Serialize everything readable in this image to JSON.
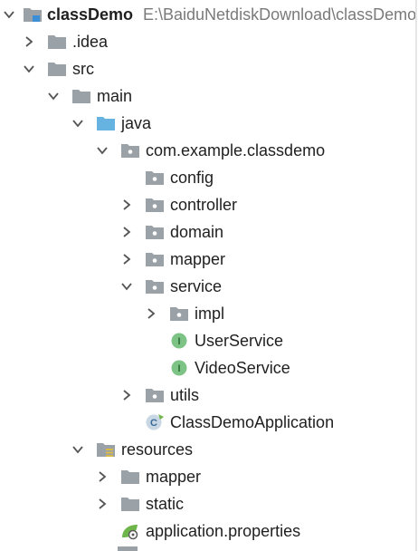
{
  "colors": {
    "folder": "#9aa1a7",
    "source_folder": "#66b2e0",
    "interface_green": "#7ec386",
    "interface_letter": "#2c6e34",
    "spring_green": "#6fb64a",
    "project_blue": "#3c8fd6",
    "chevron": "#555555",
    "path_gray": "#7a7a7a"
  },
  "project": {
    "name": "classDemo",
    "path": "E:\\BaiduNetdiskDownload\\classDemo"
  },
  "tree": {
    "idea": ".idea",
    "src": "src",
    "main": "main",
    "java": "java",
    "package": "com.example.classdemo",
    "config": "config",
    "controller": "controller",
    "domain": "domain",
    "mapper_pkg": "mapper",
    "service": "service",
    "impl": "impl",
    "user_service": "UserService",
    "video_service": "VideoService",
    "utils": "utils",
    "app_class": "ClassDemoApplication",
    "resources": "resources",
    "mapper_res": "mapper",
    "static": "static",
    "app_properties": "application.properties"
  },
  "icons": {
    "interface_letter": "I",
    "class_letter": "C"
  }
}
